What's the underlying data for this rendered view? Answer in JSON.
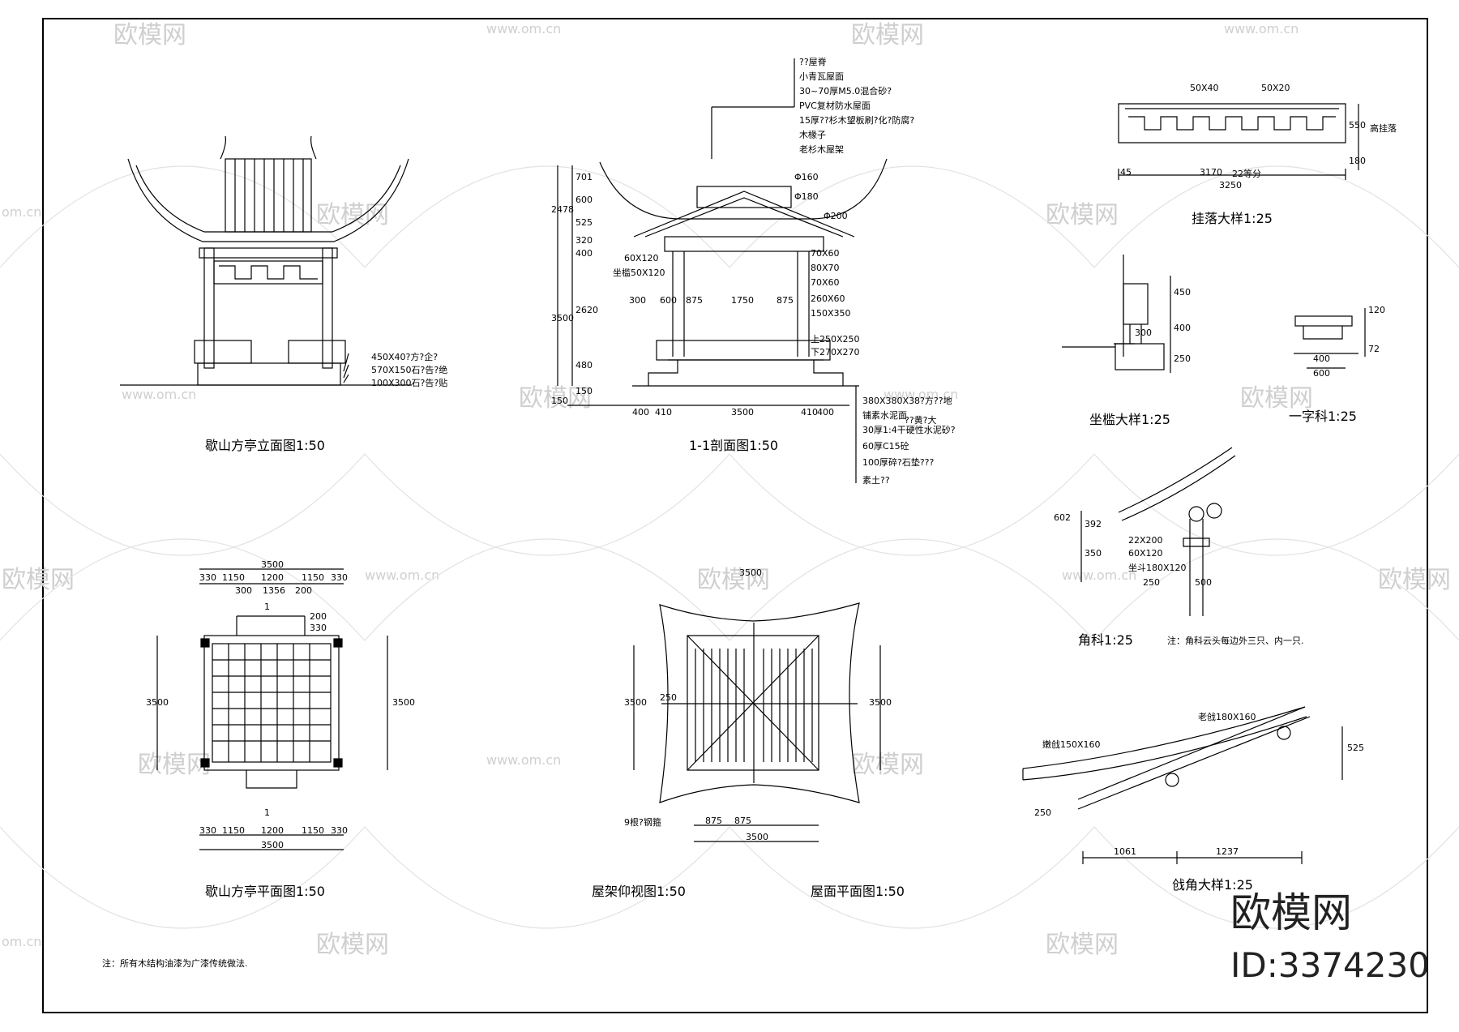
{
  "drawing": {
    "titles": {
      "elevation": "歇山方亭立面图1:50",
      "section": "1-1剖面图1:50",
      "plan": "歇山方亭平面图1:50",
      "rafter_view": "屋架仰视图1:50",
      "roof_plan": "屋面平面图1:50",
      "gualuo": "挂落大样1:25",
      "zuokan": "坐槛大样1:25",
      "yizike": "一字科1:25",
      "jiaoke": "角科1:25",
      "qiangjiao": "戗角大样1:25"
    },
    "bottom_note": "注：所有木结构油漆为广漆传统做法.",
    "jiaoke_note": "注：角科云头每边外三只、内一只.",
    "elevation_labels": [
      "450X40?方?企?",
      "570X150石?告?绝",
      "100X300石?告?贴"
    ],
    "section_roof_labels": [
      "??屋脊",
      "小青瓦屋面",
      "30~70厚M5.0混合砂?",
      "PVC复材防水屋面",
      "15厚??杉木望板刷?化?防腐?",
      "木椽子",
      "老杉木屋架"
    ],
    "section_member_labels": [
      "Φ160",
      "Φ180",
      "Φ200",
      "70X60",
      "80X70",
      "70X60",
      "260X60",
      "150X350",
      "上250X250",
      "下270X270",
      "60X120",
      "坐槛50X120"
    ],
    "section_floor_labels": [
      "380X380X38?方??地",
      "铺素水泥面",
      "30厚1:4干硬性水泥砂?",
      "60厚C15砼",
      "100厚碎?石垫???",
      "素土??",
      "??黄?大"
    ],
    "section_dims": [
      "300",
      "600",
      "875",
      "1750",
      "875",
      "400",
      "410",
      "3500",
      "410",
      "400",
      "701",
      "600",
      "525",
      "320",
      "400",
      "2620",
      "480",
      "150",
      "3500",
      "2478",
      "150"
    ],
    "plan_dims_top": [
      "3500",
      "330",
      "1150",
      "1200",
      "1150",
      "330",
      "300",
      "1356",
      "200"
    ],
    "plan_dims_bottom": [
      "330",
      "1150",
      "1200",
      "1150",
      "330",
      "3500"
    ],
    "plan_dims_side": [
      "3500",
      "3500",
      "1",
      "1",
      "200",
      "330"
    ],
    "roof_dims": [
      "3500",
      "3500",
      "3500",
      "250",
      "875",
      "875",
      "3500"
    ],
    "roof_label": "9根?钢箍",
    "gualuo_dims": [
      "50X40",
      "50X20",
      "3170",
      "22等分",
      "3250",
      "45",
      "550",
      "180",
      "高挂落"
    ],
    "zuokan_dims": [
      "450",
      "400",
      "250",
      "300"
    ],
    "yizike_dims": [
      "120",
      "72",
      "400",
      "600"
    ],
    "jiaoke_dims": [
      "392",
      "602",
      "22X200",
      "60X120",
      "坐斗180X120",
      "250",
      "500",
      "350"
    ],
    "qiangjiao_dims": [
      "老戗180X160",
      "嫩戗150X160",
      "525",
      "1061",
      "1237",
      "250"
    ],
    "brand": "欧模网",
    "id_text": "ID:3374230",
    "watermark": "欧模网",
    "watermark_url": "www.om.cn",
    "watermark_url2": "om.cn"
  }
}
